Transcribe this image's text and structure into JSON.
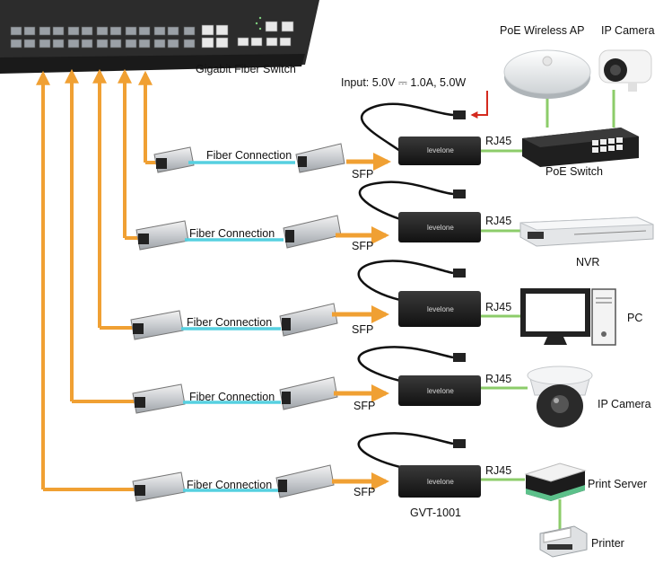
{
  "switch": {
    "label": "Gigabit Fiber Switch"
  },
  "input_note": "Input: 5.0V ⎓ 1.0A, 5.0W",
  "fiber_label": "Fiber Connection",
  "sfp_label": "SFP",
  "rj45_label": "RJ45",
  "brand_label": "levelone",
  "model_label": "GVT-1001",
  "rows": [
    {
      "device": "PoE Switch",
      "device_icon": "poe-switch-icon"
    },
    {
      "device": "NVR",
      "device_icon": "nvr-icon"
    },
    {
      "device": "PC",
      "device_icon": "pc-icon"
    },
    {
      "device": "IP Camera",
      "device_icon": "dome-camera-icon"
    },
    {
      "device": "Print Server",
      "device_icon": "print-server-icon"
    }
  ],
  "top_devices": [
    {
      "label": "PoE Wireless AP",
      "icon": "wireless-ap-icon"
    },
    {
      "label": "IP Camera",
      "icon": "bullet-camera-icon"
    }
  ],
  "printer": {
    "label": "Printer",
    "icon": "printer-icon"
  },
  "colors": {
    "orange": "#f0a033",
    "fiber": "#56d0e0",
    "green": "#8ccc6a",
    "red_arrow": "#d42a1e"
  }
}
